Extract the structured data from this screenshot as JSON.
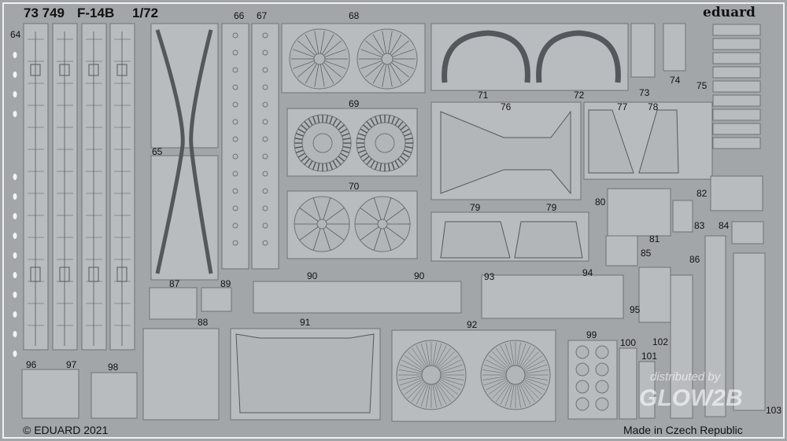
{
  "header": {
    "code": "73 749",
    "model": "F-14B",
    "scale": "1/72",
    "brand": "eduard"
  },
  "footer": {
    "copyright": "© EDUARD 2021",
    "origin": "Made in Czech Republic"
  },
  "watermark": {
    "line1": "distributed by",
    "line2": "GLOW2B"
  },
  "part_numbers": [
    "64",
    "65",
    "66",
    "67",
    "68",
    "69",
    "70",
    "71",
    "72",
    "73",
    "74",
    "75",
    "76",
    "77",
    "78",
    "79",
    "79",
    "80",
    "81",
    "82",
    "83",
    "84",
    "85",
    "86",
    "87",
    "88",
    "89",
    "90",
    "90",
    "91",
    "92",
    "93",
    "94",
    "95",
    "96",
    "97",
    "98",
    "99",
    "100",
    "101",
    "102",
    "103"
  ],
  "colors": {
    "fret": "#a3a6a9",
    "part": "#b9bcbf",
    "edge": "#6e7276",
    "detail": "#54585c"
  }
}
